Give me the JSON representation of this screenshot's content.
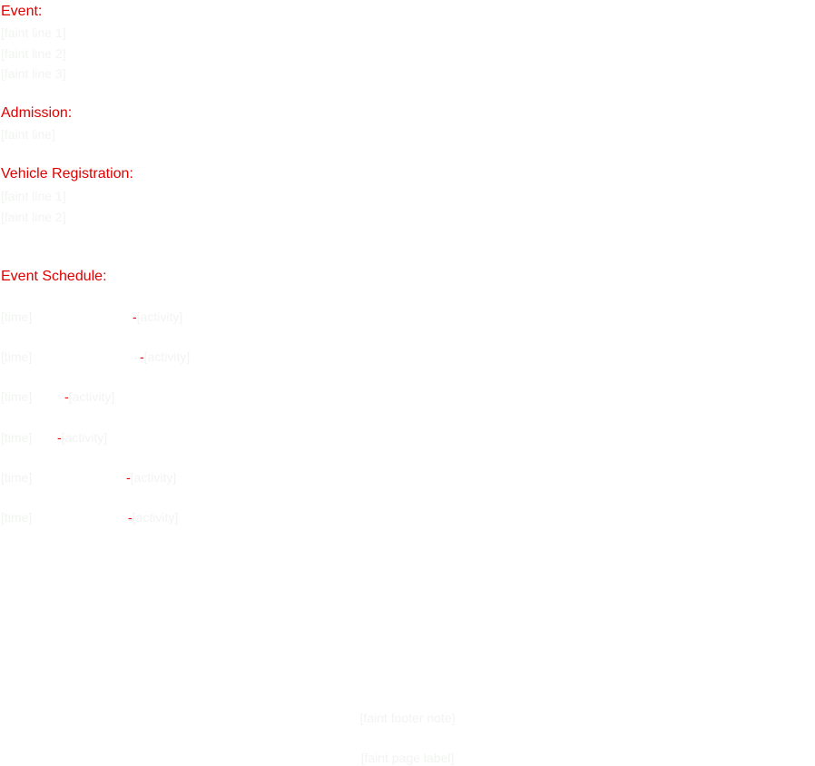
{
  "colors": {
    "heading": "#e00000",
    "faint_text": "#f1f4f1",
    "background": "#ffffff"
  },
  "event": {
    "heading": "Event:",
    "lines": [
      "[faint line 1]",
      "[faint line 2]",
      "[faint line 3]"
    ]
  },
  "admission": {
    "heading": "Admission:",
    "lines": [
      "[faint line]"
    ]
  },
  "vehicle_registration": {
    "heading": "Vehicle Registration:",
    "lines": [
      "[faint line 1]",
      "[faint line 2]"
    ]
  },
  "event_schedule": {
    "heading": "Event Schedule:",
    "items": [
      {
        "time": "[time]",
        "separator": "-",
        "activity": "[activity]"
      },
      {
        "time": "[time]",
        "separator": "-",
        "activity": "[activity]"
      },
      {
        "time": "[time]",
        "separator": "-",
        "activity": "[activity]"
      },
      {
        "time": "[time]",
        "separator": "-",
        "activity": "[activity]"
      },
      {
        "time": "[time]",
        "separator": "-",
        "activity": "[activity]"
      },
      {
        "time": "[time]",
        "separator": "-",
        "activity": "[activity]"
      }
    ]
  },
  "footer": {
    "note": "[faint footer note]",
    "page_label": "[faint page label]"
  }
}
